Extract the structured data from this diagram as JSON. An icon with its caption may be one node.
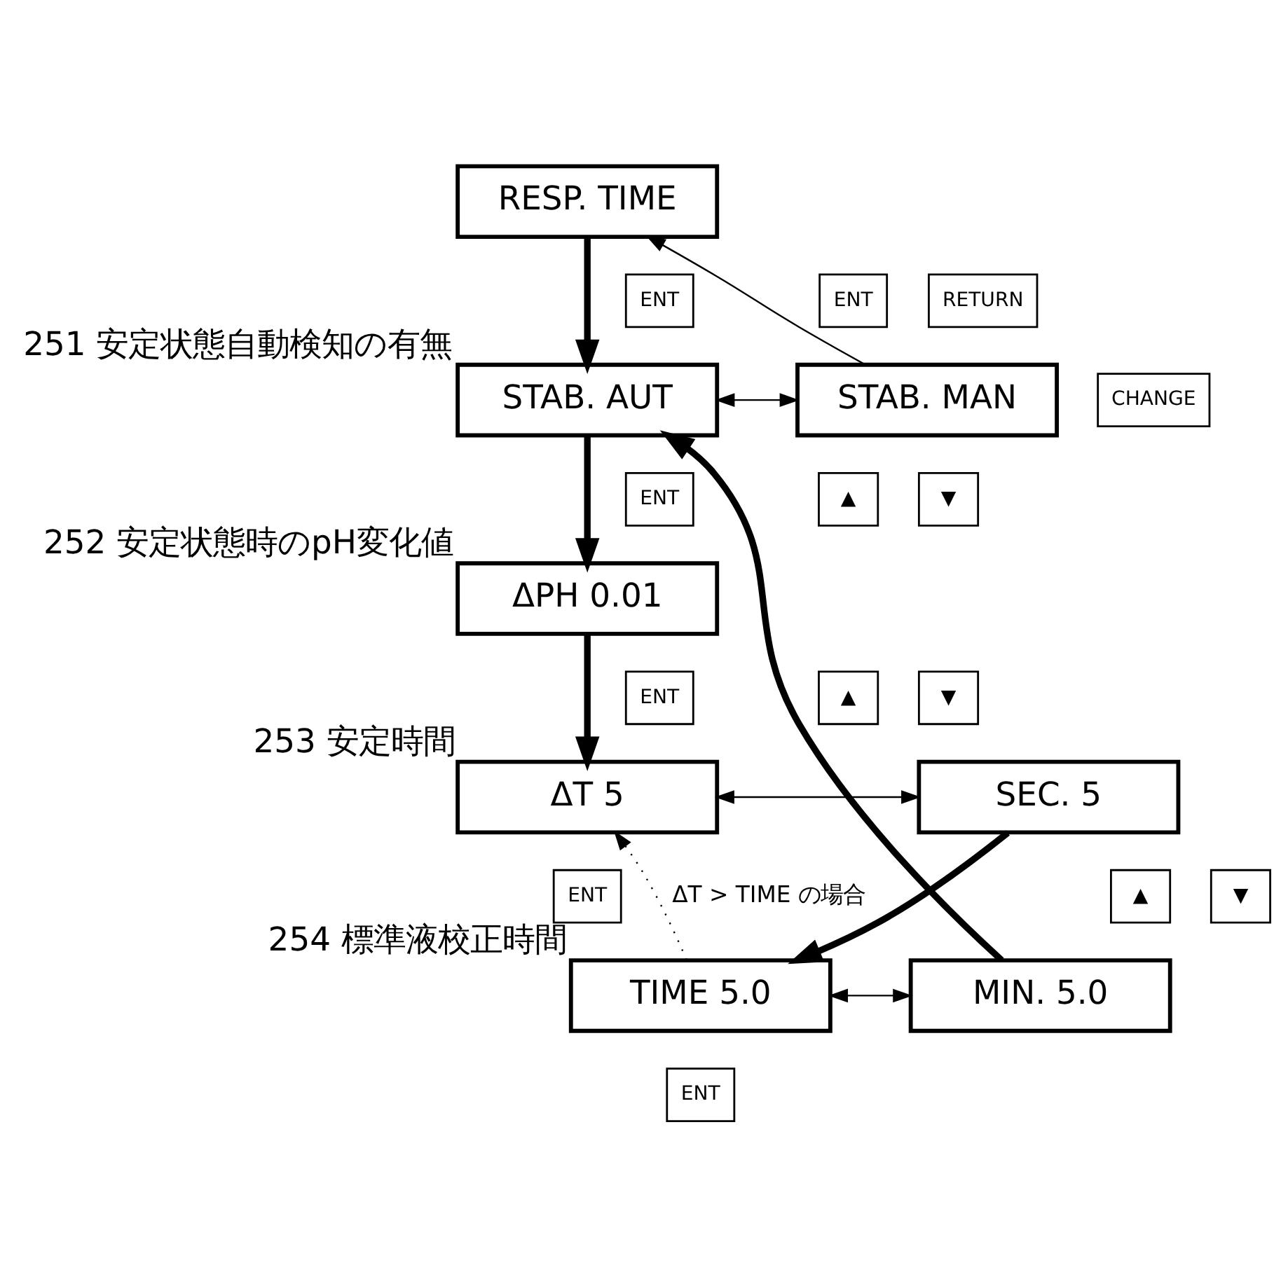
{
  "diagram": {
    "nodes": [
      {
        "text": [
          "RESP. TIME"
        ]
      },
      {
        "text": [
          "STAB. AUT"
        ],
        "beside": [
          "251 安定状態自動検知の有無"
        ]
      },
      {
        "text": [
          "STAB. MAN"
        ]
      },
      {
        "text": [
          "ΔPH 0.01"
        ],
        "beside": [
          "252 安定状態時のpH変化値"
        ]
      },
      {
        "text": [
          "ΔT 5"
        ],
        "beside": [
          "253 安定時間"
        ]
      },
      {
        "text": [
          "SEC. 5"
        ]
      },
      {
        "text": [
          "TIME 5.0"
        ],
        "beside": [
          "254 標準液校正時間"
        ]
      },
      {
        "text": [
          "MIN. 5.0"
        ]
      },
      {
        "text": [
          "ENT"
        ]
      },
      {
        "text": [
          "CHANGE"
        ]
      },
      {
        "text": [
          "ENT"
        ]
      },
      {
        "text": [
          "RETURN"
        ]
      },
      {
        "text": [
          "ENT"
        ]
      },
      {
        "text": [
          "▲"
        ]
      },
      {
        "text": [
          "▼"
        ]
      },
      {
        "text": [
          "ENT"
        ]
      },
      {
        "text": [
          "▲"
        ]
      },
      {
        "text": [
          "▼"
        ]
      },
      {
        "text": [
          "ENT"
        ]
      },
      {
        "text": [
          "▲"
        ]
      },
      {
        "text": [
          "▼"
        ]
      },
      {
        "text": [
          "ENT"
        ]
      }
    ],
    "edges": [
      {
        "from": 0,
        "to": 1,
        "arrow": "to",
        "style": "thick"
      },
      {
        "from": 1,
        "to": 2,
        "arrow": "both"
      },
      {
        "from": 2,
        "to": 0,
        "arrow": "to"
      },
      {
        "from": 1,
        "to": 3,
        "arrow": "to",
        "style": "thick"
      },
      {
        "from": 3,
        "to": 4,
        "arrow": "to",
        "style": "thick"
      },
      {
        "from": 4,
        "to": 5,
        "arrow": "both"
      },
      {
        "from": 5,
        "to": 6,
        "arrow": "to",
        "style": "thick"
      },
      {
        "from": 6,
        "to": 7,
        "arrow": "both"
      },
      {
        "from": 6,
        "to": 4,
        "arrow": "to",
        "style": "dashed",
        "label": "ΔT > TIME の場合"
      },
      {
        "from": 7,
        "to": 1,
        "arrow": "to",
        "style": "thick"
      }
    ]
  }
}
